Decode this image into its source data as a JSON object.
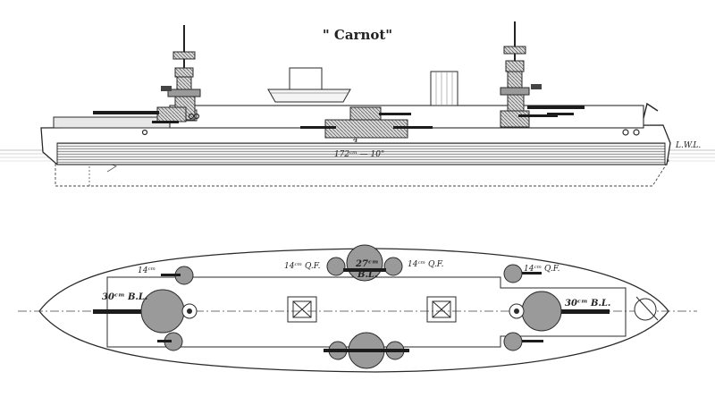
{
  "title": "\" Carnot\"",
  "elevation": {
    "waterline_label": "L.W.L.",
    "belt_thickness": "4\"",
    "belt_length": "172ᶜᵐ — 10\""
  },
  "plan": {
    "labels": {
      "fwd_main": "30ᶜᵐ B.L.",
      "aft_main": "30ᶜᵐ B.L.",
      "center_top": "27ᶜᵐ",
      "center_top_sub": "B.L.",
      "qf_left_mid": "14ᶜᵐ Q.F.",
      "qf_right_mid": "14ᶜᵐ Q.F.",
      "qf_left_end": "14ᶜᵐ",
      "qf_right_end": "14ᶜᵐ Q.F."
    }
  },
  "colors": {
    "ink": "#2a2a2a",
    "hatch_fill": "#9a9a9a",
    "background": "#ffffff"
  }
}
